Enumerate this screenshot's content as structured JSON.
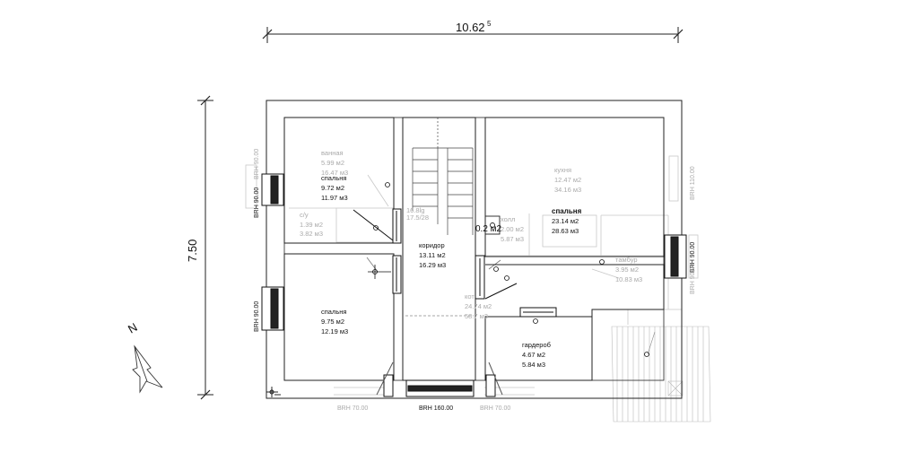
{
  "dimensions": {
    "width_main": "10.62",
    "width_sup": "5",
    "height": "7.50"
  },
  "rooms": {
    "bedroom_top_left": {
      "name": "спальня",
      "area": "9.72 м2",
      "volume": "11.97 м3"
    },
    "bathroom": {
      "name": "ванная",
      "area": "5.99 м2",
      "volume": "16.47 м3"
    },
    "wc": {
      "name": "с/у",
      "area": "1.39 м2",
      "volume": "3.82 м3"
    },
    "bedroom_bottom_left": {
      "name": "спальня",
      "area": "9.75 м2",
      "volume": "12.19 м3"
    },
    "corridor": {
      "name": "коридор",
      "area": "13.11 м2",
      "volume": "16.29 м3"
    },
    "stairs": {
      "name": "16.8lg",
      "area": "17.5/28"
    },
    "bedroom_right": {
      "name": "спальня",
      "area": "23.14 м2",
      "volume": "28.63 м3"
    },
    "kitchen": {
      "name": "кухня",
      "area": "12.47 м2",
      "volume": "34.16 м3"
    },
    "hall_small": {
      "name": "холл",
      "area": "2.00 м2",
      "volume": "5.87 м3"
    },
    "vestibule": {
      "name": "тамбур",
      "area": "3.95 м2",
      "volume": "10.83 м3"
    },
    "living_ghost": {
      "name": "кот",
      "area": "24.74 м2",
      "volume": "58.7 м3"
    },
    "wardrobe": {
      "name": "гардероб",
      "area": "4.67 м2",
      "volume": "5.84 м3"
    },
    "small_area": "0.2 м2"
  },
  "openings": {
    "left_top": "BRH 90.00",
    "left_top_ghost": "BRH 90.00",
    "left_bottom": "BRH 90.00",
    "right_top": "BRH 110.00",
    "right_mid": "BRH 90.00",
    "right_mid_ghost": "BRH 90.00",
    "bottom_left": "BRH 70.00",
    "bottom_center": "BRH 160.00",
    "bottom_right": "BRH 70.00"
  },
  "compass": {
    "label": "N"
  }
}
